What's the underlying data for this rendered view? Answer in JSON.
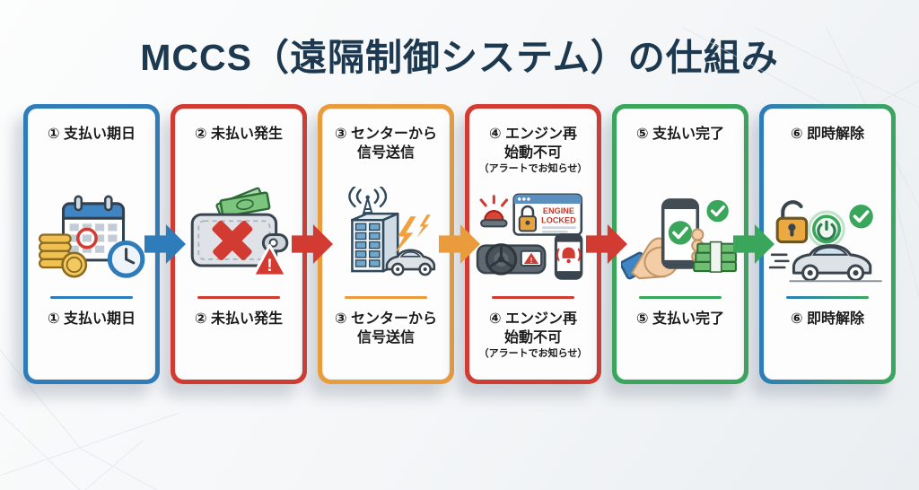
{
  "title": "MCCS（遠隔制御システム）の仕組み",
  "colors": {
    "blue": "#2e7cba",
    "red": "#d23b31",
    "orange": "#ea9c3c",
    "green": "#3aa65c",
    "title_navy": "#1d3950"
  },
  "steps": [
    {
      "lines": [
        "① 支払い期日"
      ],
      "color": "#2e7cba",
      "icons": [
        "calendar-icon",
        "coins-icon",
        "clock-icon"
      ]
    },
    {
      "lines": [
        "② 未払い発生"
      ],
      "color": "#d23b31",
      "icons": [
        "wallet-icon",
        "red-x-icon",
        "warning-triangle-icon",
        "cash-icon"
      ]
    },
    {
      "lines": [
        "③ センターから",
        "信号送信"
      ],
      "color": "#ea9c3c",
      "icons": [
        "signal-tower-icon",
        "lightning-icon",
        "car-icon"
      ]
    },
    {
      "lines": [
        "④ エンジン再",
        "始動不可"
      ],
      "sub": "（アラートでお知らせ）",
      "color": "#d23b31",
      "icons": [
        "siren-icon",
        "browser-window-icon",
        "lock-icon",
        "dashboard-icon",
        "phone-alert-icon"
      ],
      "engine_locked_lines": [
        "ENGINE",
        "LOCKED"
      ]
    },
    {
      "lines": [
        "⑤ 支払い完了"
      ],
      "color": "#3aa65c",
      "icons": [
        "hand-phone-icon",
        "check-icon",
        "cash-icon"
      ]
    },
    {
      "lines": [
        "⑥ 即時解除"
      ],
      "color_gradient": [
        "#2e7cba",
        "#3aa65c"
      ],
      "icons": [
        "unlock-icon",
        "power-button-icon",
        "check-icon",
        "car-icon"
      ]
    }
  ],
  "arrows": [
    {
      "color": "#2e7cba"
    },
    {
      "color": "#d23b31"
    },
    {
      "color": "#ea9c3c"
    },
    {
      "color": "#d23b31"
    },
    {
      "color": "#3aa65c"
    }
  ]
}
